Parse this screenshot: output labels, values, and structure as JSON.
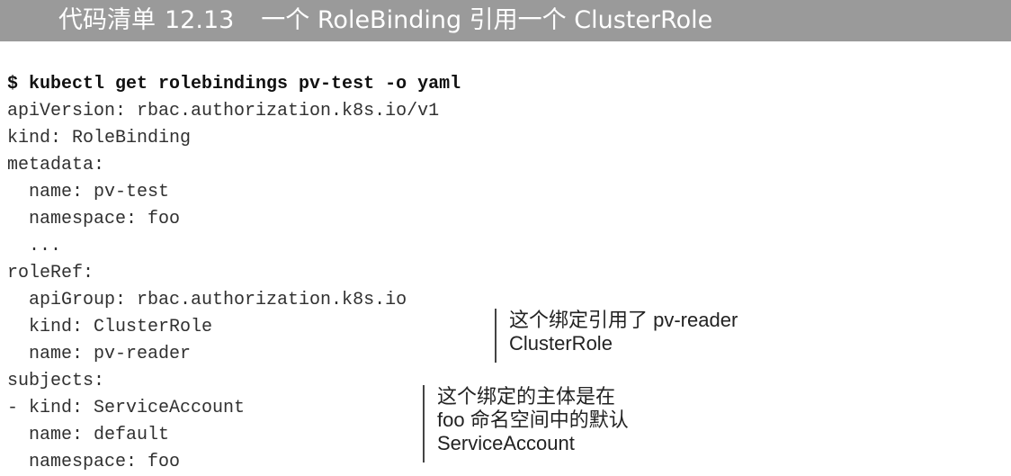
{
  "listing": {
    "label": "代码清单",
    "number": "12.13",
    "title": "一个 RoleBinding 引用一个 ClusterRole"
  },
  "code": {
    "command": "$ kubectl get rolebindings pv-test -o yaml",
    "lines": [
      "apiVersion: rbac.authorization.k8s.io/v1",
      "kind: RoleBinding",
      "metadata:",
      "  name: pv-test",
      "  namespace: foo",
      "  ...",
      "roleRef:",
      "  apiGroup: rbac.authorization.k8s.io",
      "  kind: ClusterRole",
      "  name: pv-reader",
      "subjects:",
      "- kind: ServiceAccount",
      "  name: default",
      "  namespace: foo"
    ]
  },
  "annotations": [
    {
      "lines": [
        "这个绑定引用了 pv-reader",
        "ClusterRole"
      ]
    },
    {
      "lines": [
        "这个绑定的主体是在",
        "foo 命名空间中的默认",
        "ServiceAccount"
      ]
    }
  ]
}
